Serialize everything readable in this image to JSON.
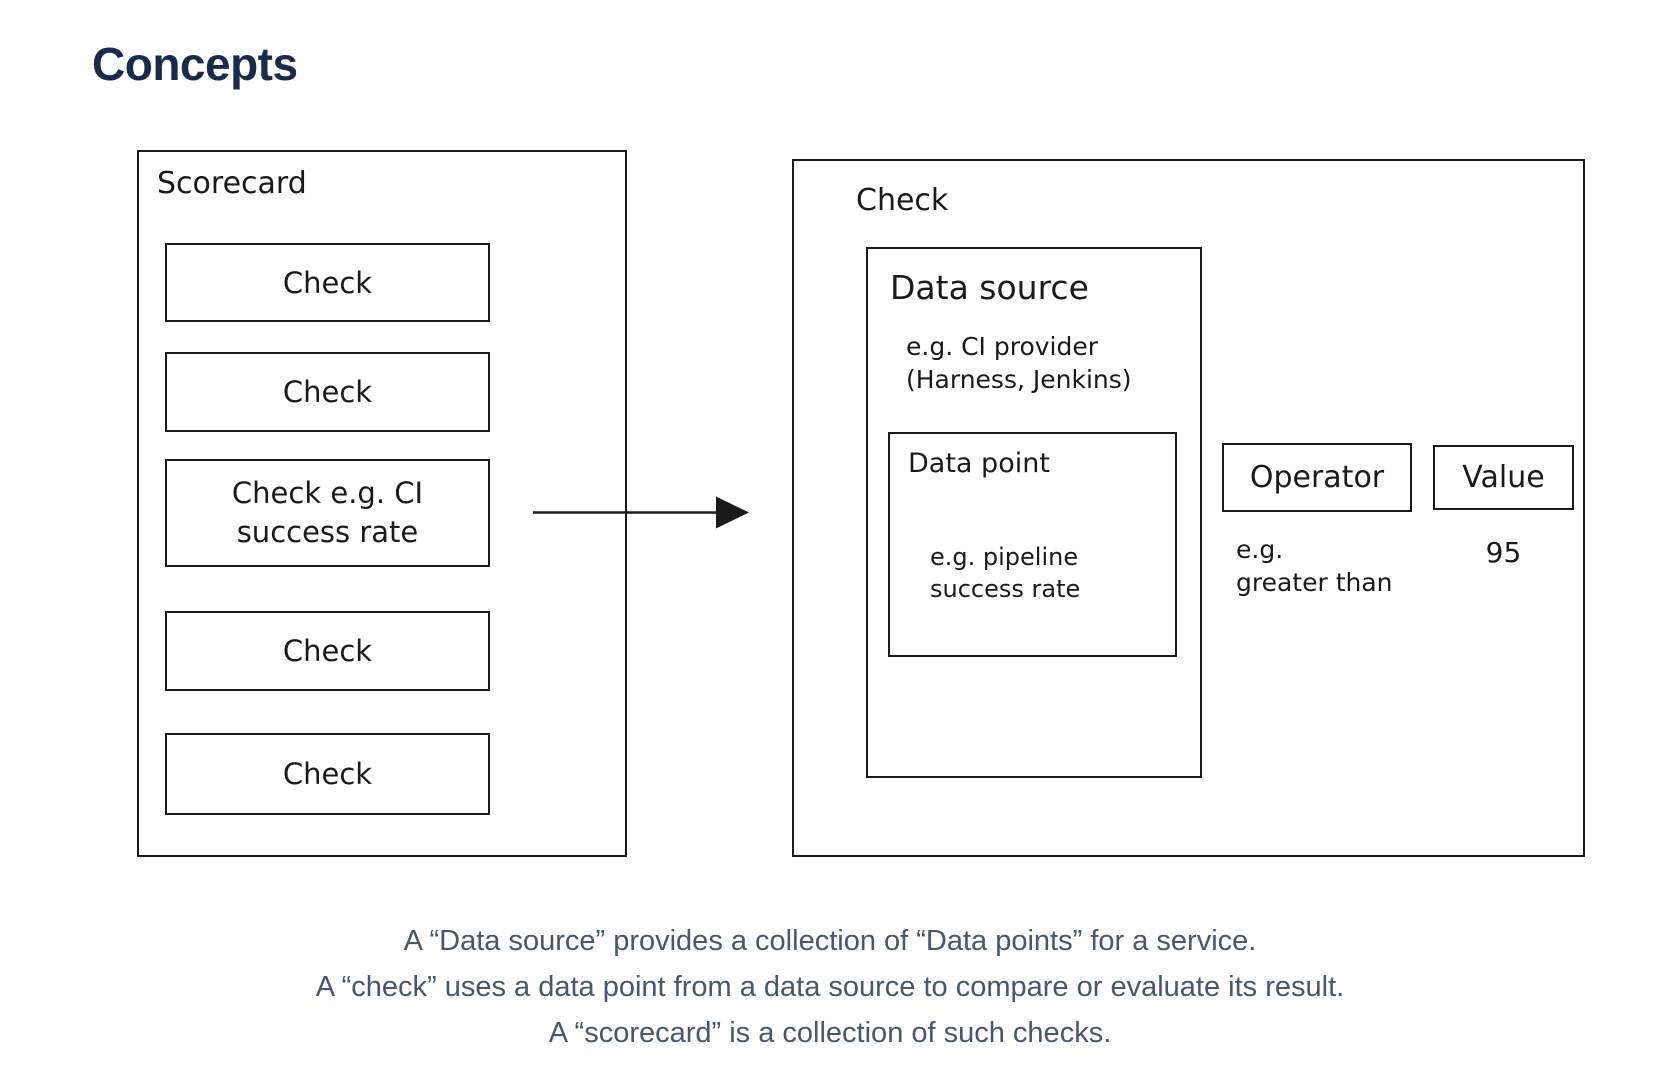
{
  "title": "Concepts",
  "theme": {
    "title_color": "#172B4D",
    "caption_color": "#475672",
    "diagram_line_color": "#1A1A1A",
    "background_color": "#FFFFFF"
  },
  "scorecard": {
    "label": "Scorecard",
    "checks": [
      "Check",
      "Check",
      "Check e.g. CI\nsuccess rate",
      "Check",
      "Check"
    ]
  },
  "flow_arrow_icon": "right-arrow",
  "check_panel": {
    "label": "Check",
    "data_source": {
      "label": "Data source",
      "example": "e.g. CI provider\n(Harness, Jenkins)",
      "data_point": {
        "label": "Data point",
        "example": "e.g. pipeline\nsuccess rate"
      }
    },
    "operator": {
      "label": "Operator",
      "example": "e.g.\ngreater than"
    },
    "value": {
      "label": "Value",
      "example": "95"
    }
  },
  "caption": {
    "line1": "A “Data source” provides a collection of “Data points” for a service.",
    "line2": "A “check” uses a data point from a data source to compare or evaluate its result.",
    "line3": "A “scorecard” is a collection of such checks."
  }
}
